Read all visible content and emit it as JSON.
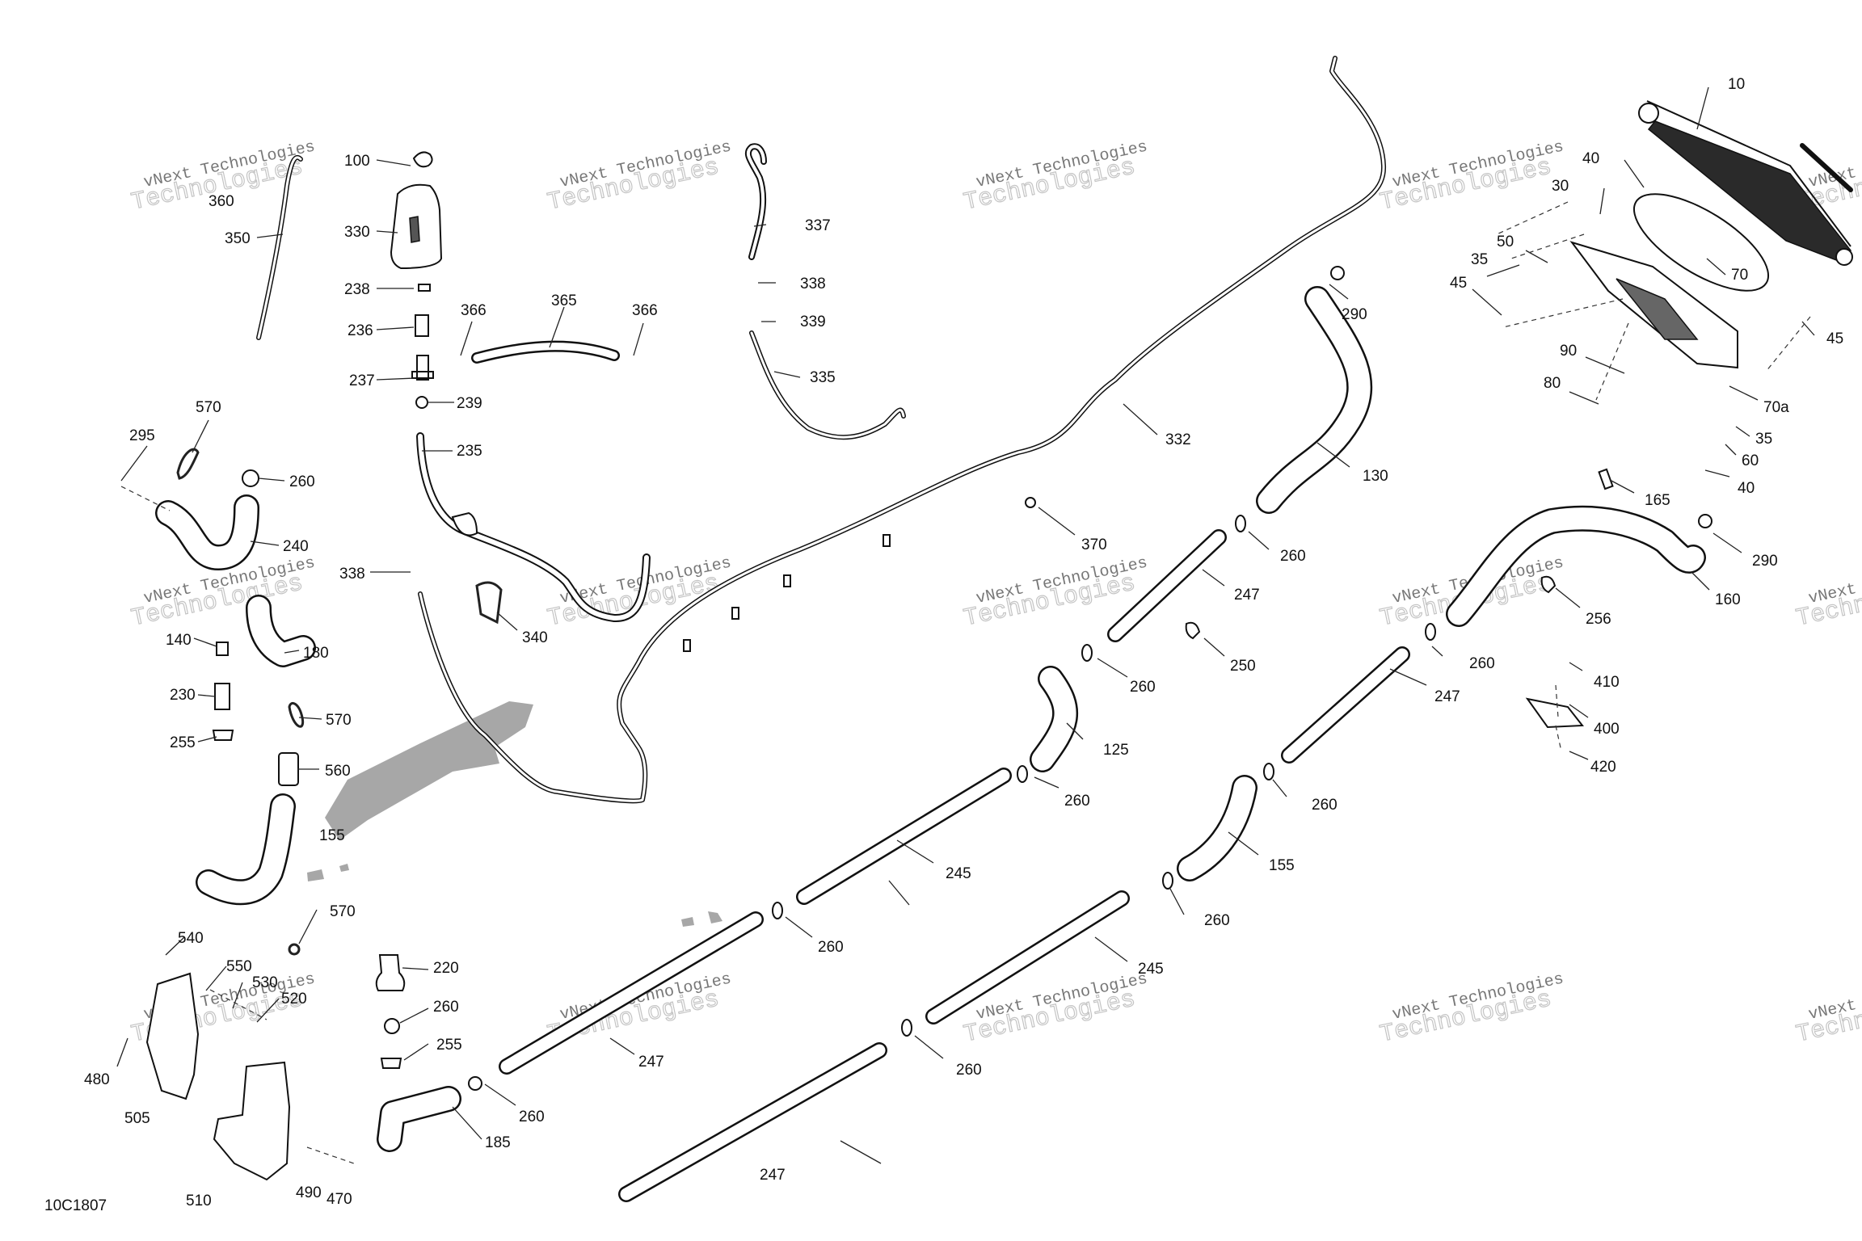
{
  "drawing_code": "10C1807",
  "watermark": {
    "line1": "vNext Technologies",
    "line2": "Technologies"
  },
  "callouts": [
    {
      "id": "10",
      "text": "10"
    },
    {
      "id": "40a",
      "text": "40"
    },
    {
      "id": "30",
      "text": "30"
    },
    {
      "id": "50",
      "text": "50"
    },
    {
      "id": "35a",
      "text": "35"
    },
    {
      "id": "45a",
      "text": "45"
    },
    {
      "id": "70",
      "text": "70"
    },
    {
      "id": "45b",
      "text": "45"
    },
    {
      "id": "90",
      "text": "90"
    },
    {
      "id": "80",
      "text": "80"
    },
    {
      "id": "70a",
      "text": "70a"
    },
    {
      "id": "35b",
      "text": "35"
    },
    {
      "id": "60",
      "text": "60"
    },
    {
      "id": "40b",
      "text": "40"
    },
    {
      "id": "165",
      "text": "165"
    },
    {
      "id": "290b",
      "text": "290"
    },
    {
      "id": "160",
      "text": "160"
    },
    {
      "id": "256",
      "text": "256"
    },
    {
      "id": "410",
      "text": "410"
    },
    {
      "id": "400",
      "text": "400"
    },
    {
      "id": "420",
      "text": "420"
    },
    {
      "id": "290a",
      "text": "290"
    },
    {
      "id": "130",
      "text": "130"
    },
    {
      "id": "332",
      "text": "332"
    },
    {
      "id": "370",
      "text": "370"
    },
    {
      "id": "260a",
      "text": "260"
    },
    {
      "id": "247a",
      "text": "247"
    },
    {
      "id": "250",
      "text": "250"
    },
    {
      "id": "260b",
      "text": "260"
    },
    {
      "id": "125",
      "text": "125"
    },
    {
      "id": "260c",
      "text": "260"
    },
    {
      "id": "245a",
      "text": "245"
    },
    {
      "id": "260d",
      "text": "260"
    },
    {
      "id": "260e",
      "text": "260"
    },
    {
      "id": "247b",
      "text": "247"
    },
    {
      "id": "260f",
      "text": "260"
    },
    {
      "id": "155b",
      "text": "155"
    },
    {
      "id": "260g",
      "text": "260"
    },
    {
      "id": "245b",
      "text": "245"
    },
    {
      "id": "260h",
      "text": "260"
    },
    {
      "id": "247c",
      "text": "247"
    },
    {
      "id": "247d",
      "text": "247"
    },
    {
      "id": "337",
      "text": "337"
    },
    {
      "id": "338a",
      "text": "338"
    },
    {
      "id": "339",
      "text": "339"
    },
    {
      "id": "335",
      "text": "335"
    },
    {
      "id": "100",
      "text": "100"
    },
    {
      "id": "330",
      "text": "330"
    },
    {
      "id": "238",
      "text": "238"
    },
    {
      "id": "236",
      "text": "236"
    },
    {
      "id": "237",
      "text": "237"
    },
    {
      "id": "239",
      "text": "239"
    },
    {
      "id": "235",
      "text": "235"
    },
    {
      "id": "366a",
      "text": "366"
    },
    {
      "id": "365",
      "text": "365"
    },
    {
      "id": "366b",
      "text": "366"
    },
    {
      "id": "338b",
      "text": "338"
    },
    {
      "id": "340",
      "text": "340"
    },
    {
      "id": "360",
      "text": "360"
    },
    {
      "id": "350",
      "text": "350"
    },
    {
      "id": "570a",
      "text": "570"
    },
    {
      "id": "295",
      "text": "295"
    },
    {
      "id": "260i",
      "text": "260"
    },
    {
      "id": "240",
      "text": "240"
    },
    {
      "id": "140",
      "text": "140"
    },
    {
      "id": "180",
      "text": "180"
    },
    {
      "id": "230",
      "text": "230"
    },
    {
      "id": "570b",
      "text": "570"
    },
    {
      "id": "255a",
      "text": "255"
    },
    {
      "id": "560",
      "text": "560"
    },
    {
      "id": "155a",
      "text": "155"
    },
    {
      "id": "570c",
      "text": "570"
    },
    {
      "id": "540",
      "text": "540"
    },
    {
      "id": "550",
      "text": "550"
    },
    {
      "id": "530",
      "text": "530"
    },
    {
      "id": "520",
      "text": "520"
    },
    {
      "id": "480",
      "text": "480"
    },
    {
      "id": "505",
      "text": "505"
    },
    {
      "id": "510",
      "text": "510"
    },
    {
      "id": "490",
      "text": "490"
    },
    {
      "id": "470",
      "text": "470"
    },
    {
      "id": "220",
      "text": "220"
    },
    {
      "id": "260j",
      "text": "260"
    },
    {
      "id": "255b",
      "text": "255"
    },
    {
      "id": "260k",
      "text": "260"
    },
    {
      "id": "185",
      "text": "185"
    }
  ]
}
